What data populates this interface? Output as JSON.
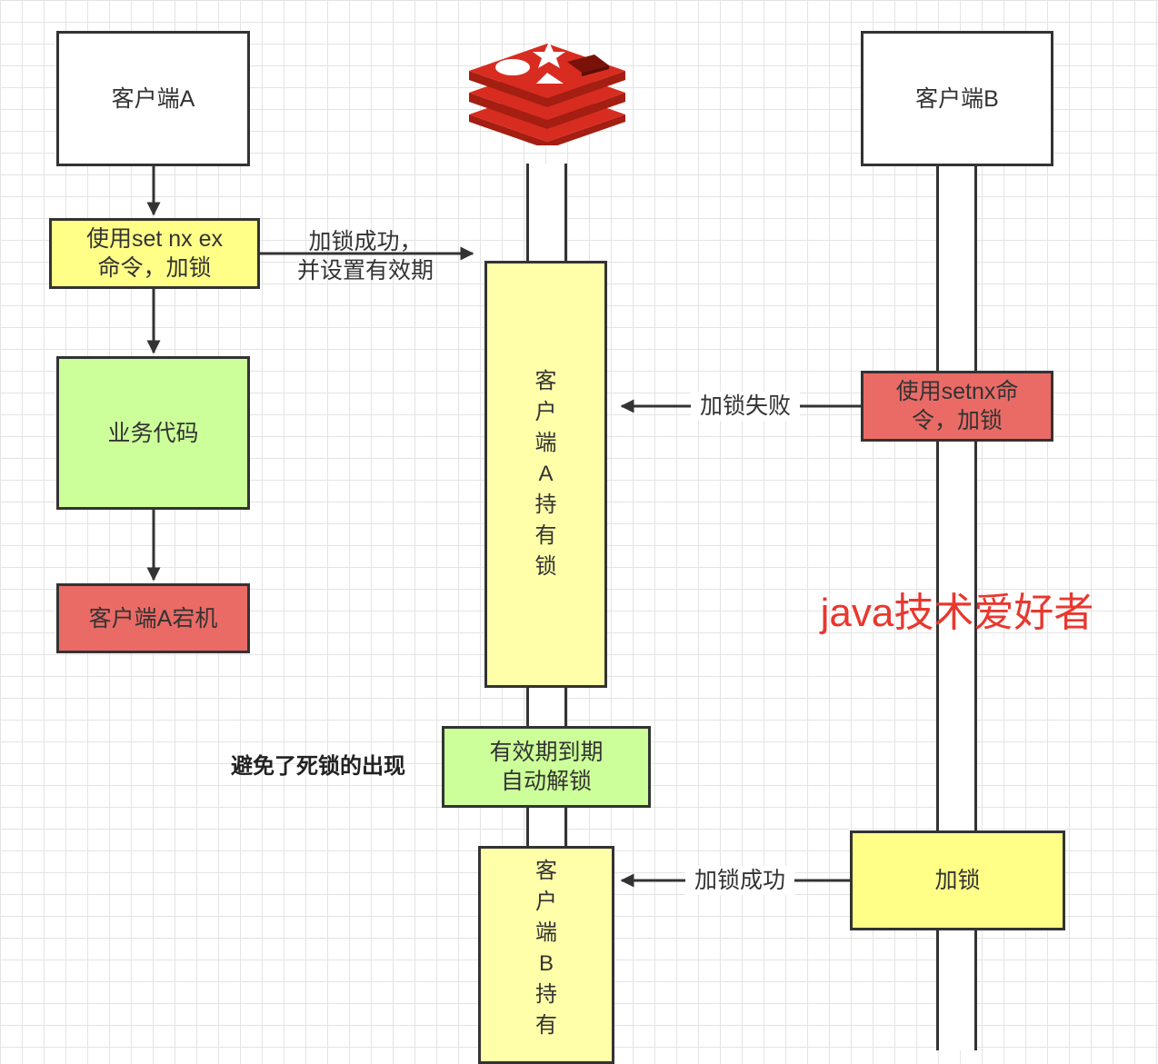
{
  "client_a": {
    "title": "客户端A",
    "setnx_ex_step": "使用set nx ex\n命令，加锁",
    "business_code": "业务代码",
    "crash": "客户端A宕机"
  },
  "redis": {
    "icon": "redis-logo-icon",
    "held_by_a": "客\n户\n端\nA\n持\n有\n锁",
    "expire_unlock": "有效期到期\n自动解锁",
    "held_by_b": "客\n户\n端\nB\n持\n有"
  },
  "client_b": {
    "title": "客户端B",
    "setnx_step": "使用setnx命\n令，加锁",
    "lock_step": "加锁"
  },
  "arrows": {
    "lock_success_with_expiry": "加锁成功，\n并设置有效期",
    "lock_failed": "加锁失败",
    "lock_success": "加锁成功"
  },
  "notes": {
    "deadlock_avoided": "避免了死锁的出现"
  },
  "watermark": "java技术爱好者",
  "colors": {
    "yellow": "#ffff88",
    "green": "#ccff99",
    "red": "#ea6b66",
    "pale_yellow": "#ffffaa",
    "watermark": "#e8382f"
  }
}
